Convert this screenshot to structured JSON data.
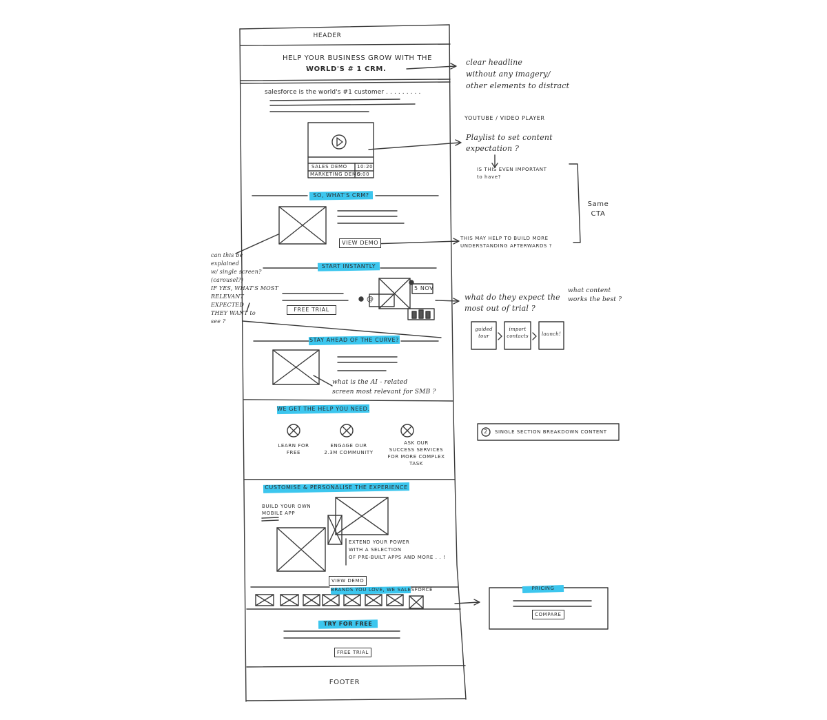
{
  "header": {
    "label": "HEADER"
  },
  "hero": {
    "headline_line1": "HELP YOUR BUSINESS GROW WITH THE",
    "headline_line2": "WORLD'S # 1 CRM."
  },
  "intro": {
    "text": "salesforce is the world's #1 customer . . . . . . . . ."
  },
  "video": {
    "playlist": [
      {
        "title": "SALES DEMO",
        "duration": "10:20"
      },
      {
        "title": "MARKETING DEMO",
        "duration": "5:00"
      }
    ]
  },
  "crm": {
    "heading": "SO, WHAT'S CRM?",
    "button": "VIEW DEMO"
  },
  "start": {
    "heading": "START INSTANTLY",
    "button": "FREE TRIAL",
    "badge": "5 NOV",
    "icon_text": "@"
  },
  "curve": {
    "heading": "STAY AHEAD OF THE CURVE?"
  },
  "help": {
    "heading": "WE GET THE HELP YOU NEED.",
    "items": [
      {
        "label": "LEARN FOR\nFREE"
      },
      {
        "label": "ENGAGE OUR\n2.3M COMMUNITY"
      },
      {
        "label": "ASK OUR\nSUCCESS SERVICES\nFOR MORE COMPLEX\nTASK"
      }
    ]
  },
  "customise": {
    "heading": "CUSTOMISE & PERSONALISE THE EXPERIENCE",
    "mobile_label": "BUILD YOUR OWN\nMOBILE APP",
    "extend_text": "EXTEND YOUR POWER\nWITH A SELECTION\nOF PRE-BUILT APPS AND MORE . . !",
    "button": "VIEW DEMO"
  },
  "brands": {
    "heading": "BRANDS YOU LOVE, WE SALESFORCE"
  },
  "try_free": {
    "heading": "TRY FOR FREE",
    "button": "FREE TRIAL"
  },
  "footer": {
    "label": "FOOTER"
  },
  "annotations": {
    "headline_note": "clear headline\nwithout any imagery/\nother elements to distract",
    "video_note1": "YOUTUBE / VIDEO PLAYER",
    "video_note2": "Playlist to set content\nexpectation ?",
    "video_note3": "IS THIS EVEN IMPORTANT\nto have?",
    "same_cta": "Same\nCTA",
    "demo_note": "THIS MAY HELP TO BUILD MORE\nUNDERSTANDING AFTERWARDS ?",
    "single_screen_note": "can this be\nexplained\nw/ single screen?\n(carousel?)\nIF YES, WHAT'S MOST\nRELEVANT\nEXPECTED\nTHEY WANT to\nsee ?",
    "trial_note": "what do they expect the\nmost out of trial ?",
    "content_note": "what content\nworks the best ?",
    "flow_steps": [
      "guided\ntour",
      "import\ncontacts",
      "launch!"
    ],
    "ai_note": "what is the AI - related\nscreen most relevant for SMB ?",
    "breakdown_number": "2",
    "breakdown_note": "SINGLE SECTION BREAKDOWN CONTENT",
    "pricing_heading": "PRICING",
    "pricing_button": "COMPARE"
  }
}
